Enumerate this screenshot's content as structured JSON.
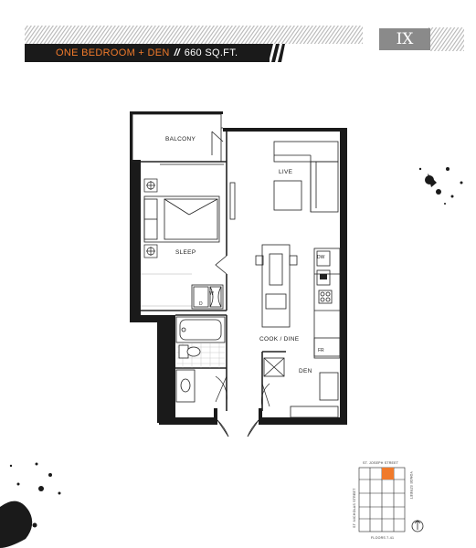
{
  "header": {
    "unit_title": "ONE BEDROOM + DEN",
    "separator": "//",
    "area": "660 SQ.FT.",
    "suite_badge": "IX"
  },
  "rooms": {
    "balcony": "BALCONY",
    "live": "LIVE",
    "sleep": "SLEEP",
    "cook_dine": "COOK / DINE",
    "den": "DEN"
  },
  "fixtures": {
    "dishwasher": "DW",
    "fridge": "FR",
    "washer": "W",
    "dryer": "D"
  },
  "keyplan": {
    "street_top": "ST. JOSEPH STREET",
    "street_left": "ST. NICHOLAS STREET",
    "street_right": "YONGE STREET",
    "floors": "FLOORS 7-41"
  },
  "colors": {
    "accent": "#f07a2b",
    "wall": "#1a1a1a",
    "badge": "#8a8a8a"
  }
}
